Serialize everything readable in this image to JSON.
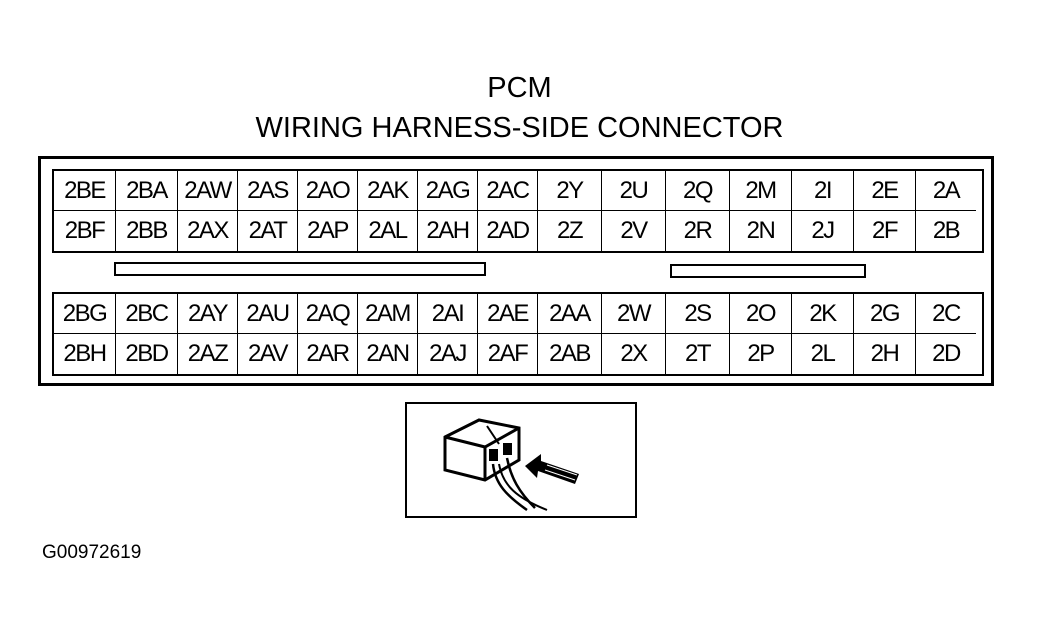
{
  "title": "PCM",
  "subtitle": "WIRING HARNESS-SIDE CONNECTOR",
  "figure_id": "G00972619",
  "top_block": {
    "rows": [
      [
        "2BE",
        "2BA",
        "2AW",
        "2AS",
        "2AO",
        "2AK",
        "2AG",
        "2AC",
        "2Y",
        "2U",
        "2Q",
        "2M",
        "2I",
        "2E",
        "2A"
      ],
      [
        "2BF",
        "2BB",
        "2AX",
        "2AT",
        "2AP",
        "2AL",
        "2AH",
        "2AD",
        "2Z",
        "2V",
        "2R",
        "2N",
        "2J",
        "2F",
        "2B"
      ]
    ]
  },
  "bottom_block": {
    "rows": [
      [
        "2BG",
        "2BC",
        "2AY",
        "2AU",
        "2AQ",
        "2AM",
        "2AI",
        "2AE",
        "2AA",
        "2W",
        "2S",
        "2O",
        "2K",
        "2G",
        "2C"
      ],
      [
        "2BH",
        "2BD",
        "2AZ",
        "2AV",
        "2AR",
        "2AN",
        "2AJ",
        "2AF",
        "2AB",
        "2X",
        "2T",
        "2P",
        "2L",
        "2H",
        "2D"
      ]
    ]
  },
  "inset_icon": "connector-probe-icon"
}
